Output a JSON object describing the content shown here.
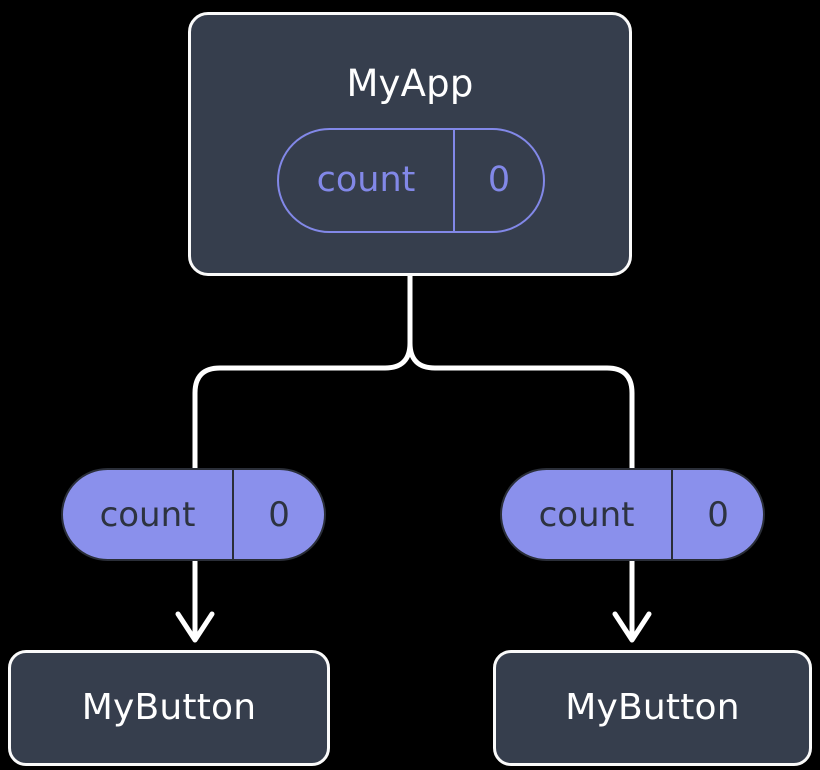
{
  "diagram": {
    "type": "component-state-tree",
    "background_color": "#000000",
    "nodes": {
      "root": {
        "title": "MyApp",
        "state": {
          "key": "count",
          "value": "0"
        }
      },
      "leaves": [
        {
          "title": "MyButton",
          "state": {
            "key": "count",
            "value": "0"
          }
        },
        {
          "title": "MyButton",
          "state": {
            "key": "count",
            "value": "0"
          }
        }
      ]
    },
    "colors": {
      "box_fill": "#363E4D",
      "box_border": "#FAFAFA",
      "title_text": "#FFFFFF",
      "accent_outline": "#8288E8",
      "accent_fill": "#8A90EC",
      "accent_text_on_fill": "#2D3340",
      "connector": "#FFFFFF"
    },
    "connectors": {
      "trunk": "root-to-branch",
      "branches": 2,
      "arrows": 2
    }
  }
}
